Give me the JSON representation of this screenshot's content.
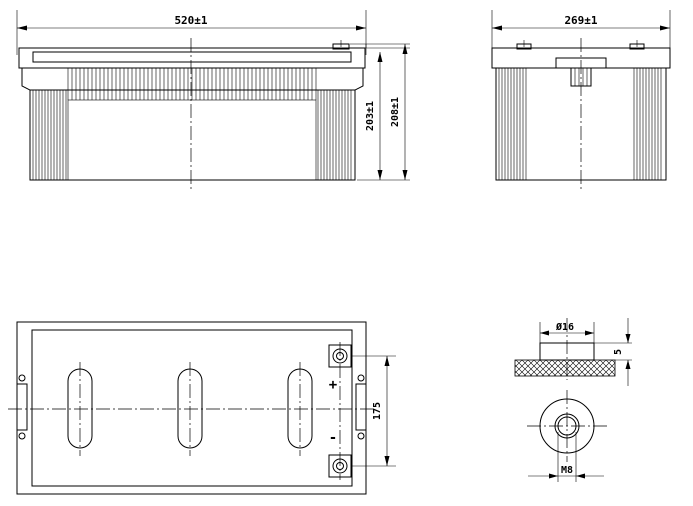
{
  "front_view": {
    "width_dim": "520±1",
    "height_dim_inner": "203±1",
    "height_dim_outer": "208±1"
  },
  "side_view": {
    "width_dim": "269±1"
  },
  "top_view": {
    "terminal_spacing_dim": "175",
    "positive_symbol": "+",
    "negative_symbol": "-"
  },
  "terminal_detail": {
    "diameter_dim": "Ø16",
    "height_dim": "5",
    "thread_dim": "M8"
  },
  "colors": {
    "line": "#000000",
    "background": "#ffffff"
  }
}
